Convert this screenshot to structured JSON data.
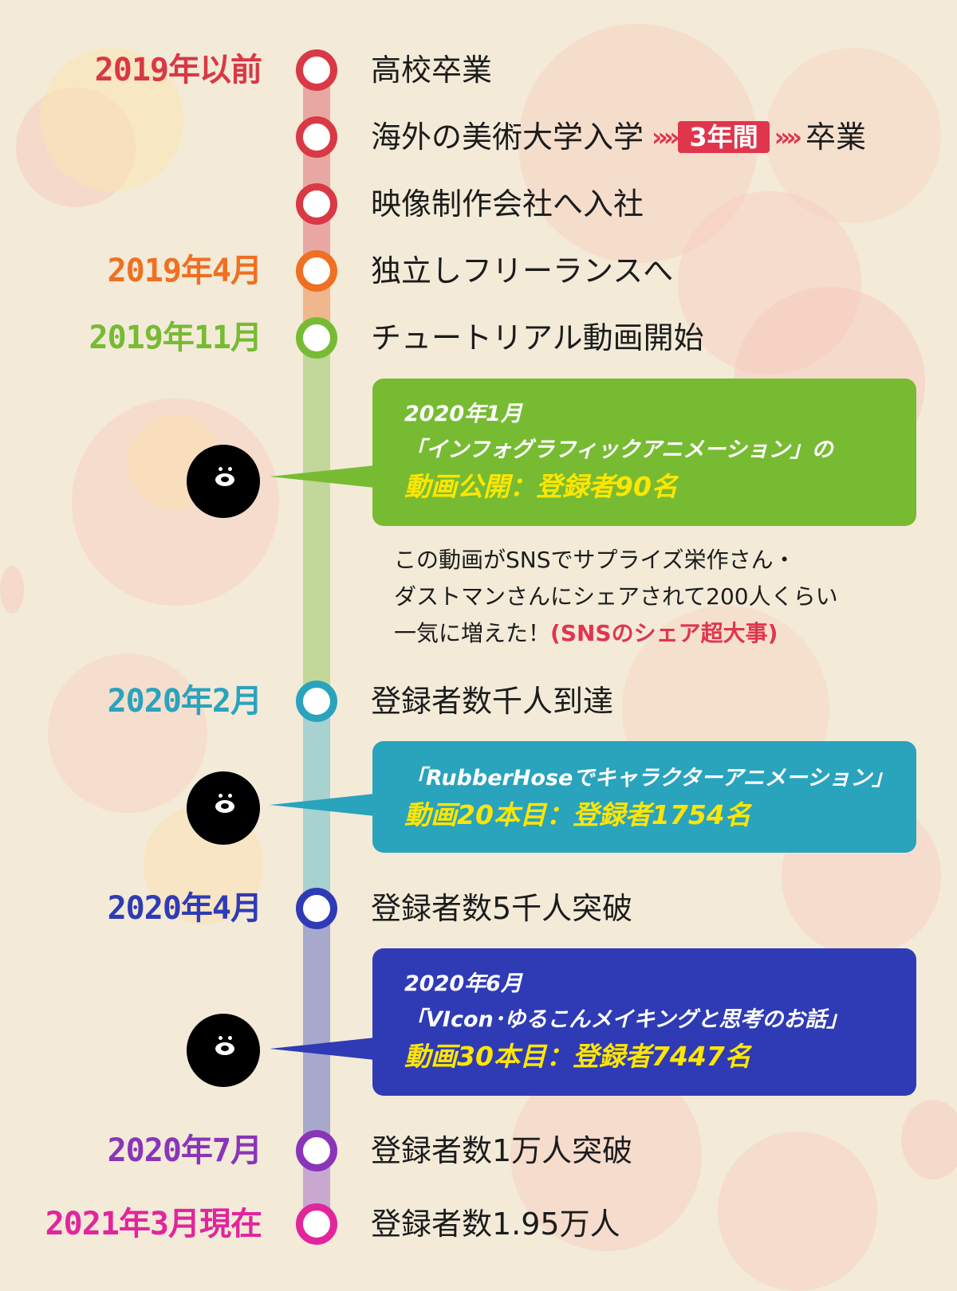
{
  "colors": {
    "background": "#f3ead8",
    "red": "#d93845",
    "orange": "#ef7021",
    "green": "#77bb33",
    "teal": "#2aa3bd",
    "navy": "#2f3bb5",
    "purple": "#8a35b8",
    "magenta": "#e2259c",
    "highlight_yellow": "#ffe600"
  },
  "timeline": [
    {
      "date": "2019年以前",
      "event": "高校卒業",
      "color": "#d93845"
    },
    {
      "date": "",
      "event": "海外の美術大学入学",
      "badge": "3年間",
      "event_after": "卒業",
      "color": "#d93845"
    },
    {
      "date": "",
      "event": "映像制作会社へ入社",
      "color": "#d93845"
    },
    {
      "date": "2019年4月",
      "event": "独立しフリーランスへ",
      "color": "#ef7021"
    },
    {
      "date": "2019年11月",
      "event": "チュートリアル動画開始",
      "color": "#77bb33"
    },
    {
      "date": "2020年2月",
      "event": "登録者数千人到達",
      "color": "#2aa3bd"
    },
    {
      "date": "2020年4月",
      "event": "登録者数5千人突破",
      "color": "#2f3bb5"
    },
    {
      "date": "2020年7月",
      "event": "登録者数1万人突破",
      "color": "#8a35b8"
    },
    {
      "date": "2021年3月現在",
      "event": "登録者数1.95万人",
      "color": "#e2259c"
    }
  ],
  "callouts": [
    {
      "date": "2020年1月",
      "title": "「インフォグラフィックアニメーション」の",
      "highlight": "動画公開：登録者90名",
      "color": "#77bb33"
    },
    {
      "date": "",
      "title": "「RubberHoseでキャラクターアニメーション」",
      "highlight": "動画20本目：登録者1754名",
      "color": "#2aa3bd"
    },
    {
      "date": "2020年6月",
      "title": "「VIcon･ゆるこんメイキングと思考のお話」",
      "highlight": "動画30本目：登録者7447名",
      "color": "#2f3bb5"
    }
  ],
  "note": {
    "line1": "この動画がSNSでサプライズ栄作さん・",
    "line2": "ダストマンさんにシェアされて200人くらい",
    "line3": "一気に増えた！",
    "emphasis": "(SNSのシェア超大事)"
  },
  "icons": {
    "chevron": "»",
    "face": "character-face-icon"
  }
}
